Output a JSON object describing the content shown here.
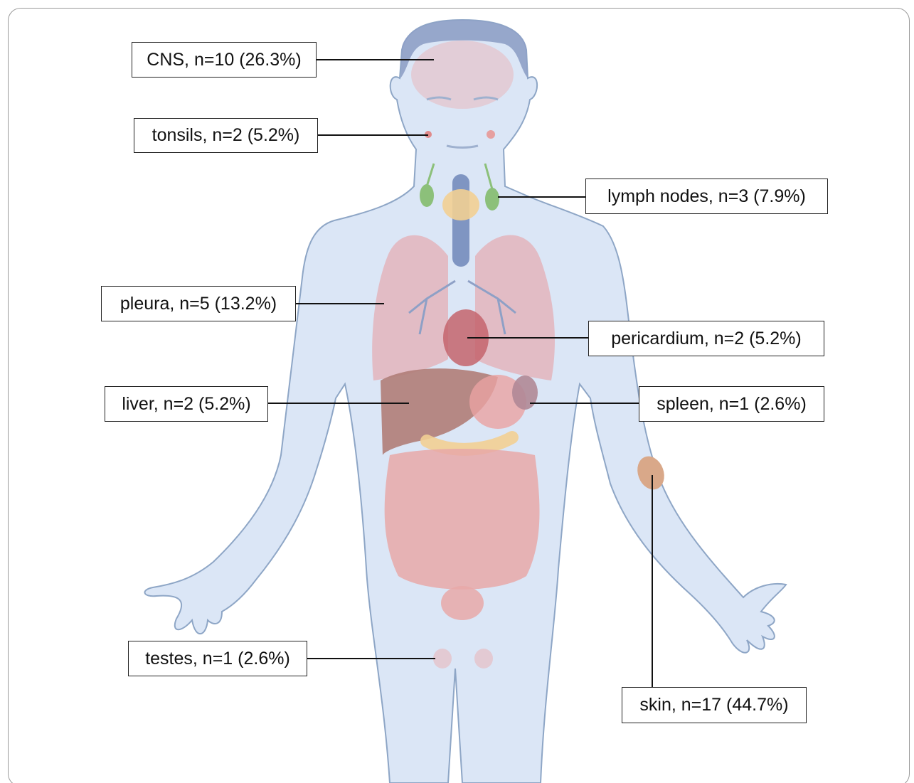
{
  "figure": {
    "labels": [
      {
        "id": "cns",
        "text": "CNS, n=10 (26.3%)",
        "site": "CNS",
        "n": 10,
        "percent": 26.3
      },
      {
        "id": "tonsils",
        "text": "tonsils, n=2 (5.2%)",
        "site": "tonsils",
        "n": 2,
        "percent": 5.2
      },
      {
        "id": "lymph-nodes",
        "text": "lymph nodes, n=3 (7.9%)",
        "site": "lymph nodes",
        "n": 3,
        "percent": 7.9
      },
      {
        "id": "pleura",
        "text": "pleura, n=5 (13.2%)",
        "site": "pleura",
        "n": 5,
        "percent": 13.2
      },
      {
        "id": "pericardium",
        "text": "pericardium, n=2 (5.2%)",
        "site": "pericardium",
        "n": 2,
        "percent": 5.2
      },
      {
        "id": "liver",
        "text": "liver, n=2 (5.2%)",
        "site": "liver",
        "n": 2,
        "percent": 5.2
      },
      {
        "id": "spleen",
        "text": "spleen, n=1 (2.6%)",
        "site": "spleen",
        "n": 1,
        "percent": 2.6
      },
      {
        "id": "testes",
        "text": "testes, n=1 (2.6%)",
        "site": "testes",
        "n": 1,
        "percent": 2.6
      },
      {
        "id": "skin",
        "text": "skin, n=17 (44.7%)",
        "site": "skin",
        "n": 17,
        "percent": 44.7
      }
    ]
  },
  "colors": {
    "body_fill": "#dbe6f6",
    "body_outline": "#8ea6c6",
    "hair": "#8ea0c6",
    "lung": "#e3b4bc",
    "liver": "#b07d78",
    "intestine": "#e8a8a8",
    "thyroid": "#f2cf94",
    "trachea": "#7f95c2",
    "lymph": "#8cc07a",
    "heart": "#c4646c",
    "spleen": "#b08896",
    "skin_lesion": "#d9a889",
    "connector": "#111111",
    "label_border": "#222222"
  }
}
